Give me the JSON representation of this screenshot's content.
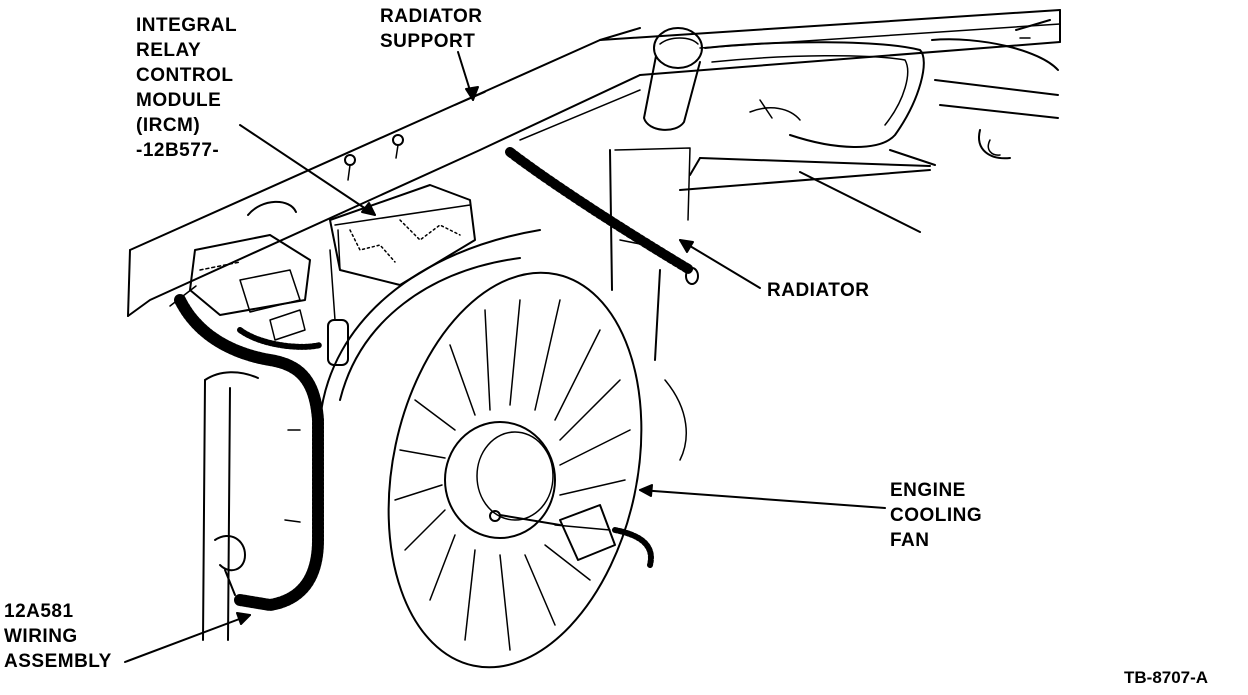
{
  "colors": {
    "ink": "#000000",
    "paper": "#ffffff"
  },
  "labels": {
    "ircm": [
      "INTEGRAL",
      "RELAY",
      "CONTROL",
      "MODULE",
      "(IRCM)",
      "-12B577-"
    ],
    "radiator_support": [
      "RADIATOR",
      "SUPPORT"
    ],
    "radiator": [
      "RADIATOR"
    ],
    "engine_cooling_fan": [
      "ENGINE",
      "COOLING",
      "FAN"
    ],
    "wiring_assembly": [
      "12A581",
      "WIRING",
      "ASSEMBLY"
    ]
  },
  "figure_id": "TB-8707-A"
}
